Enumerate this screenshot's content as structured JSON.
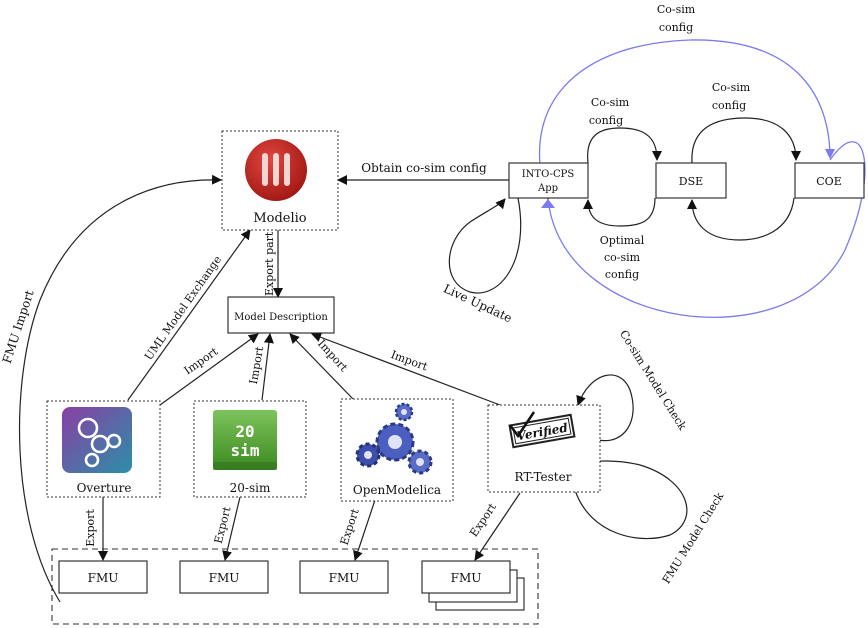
{
  "nodes": {
    "modelio": "Modelio",
    "model_description": "Model Description",
    "intocps_line1": "INTO-CPS",
    "intocps_line2": "App",
    "dse": "DSE",
    "coe": "COE",
    "overture": "Overture",
    "twentysim": "20-sim",
    "openmodelica": "OpenModelica",
    "rttester": "RT-Tester",
    "fmu": [
      "FMU",
      "FMU",
      "FMU",
      "FMU"
    ]
  },
  "logos": {
    "twentysim_top": "20",
    "twentysim_bottom": "sim",
    "verified": "Verified"
  },
  "edges": {
    "obtain_cosim_config": "Obtain co-sim config",
    "export_part": "Export part",
    "uml_model_exchange": "UML Model Exchange",
    "fmu_import": "FMU Import",
    "import": [
      "Import",
      "Import",
      "Import",
      "Import"
    ],
    "export": [
      "Export",
      "Export",
      "Export",
      "Export"
    ],
    "live_update": "Live Update",
    "cosim_config_top_line1": "Co-sim",
    "cosim_config_top_line2": "config",
    "cosim_config_app_line1": "Co-sim",
    "cosim_config_app_line2": "config",
    "cosim_config_dse_line1": "Co-sim",
    "cosim_config_dse_line2": "config",
    "optimal_line1": "Optimal",
    "optimal_line2": "co-sim",
    "optimal_line3": "config",
    "cosim_model_check": "Co-sim Model Check",
    "fmu_model_check": "FMU Model Check"
  },
  "colors": {
    "modelio_red": "#c0201b",
    "overture_purple": "#8a3fa3",
    "overture_teal": "#2b8fa8",
    "twentysim_green": "#4e9a2f",
    "openmodelica_blue": "#3b4fb0",
    "blue_loop": "#7b7bf0"
  }
}
